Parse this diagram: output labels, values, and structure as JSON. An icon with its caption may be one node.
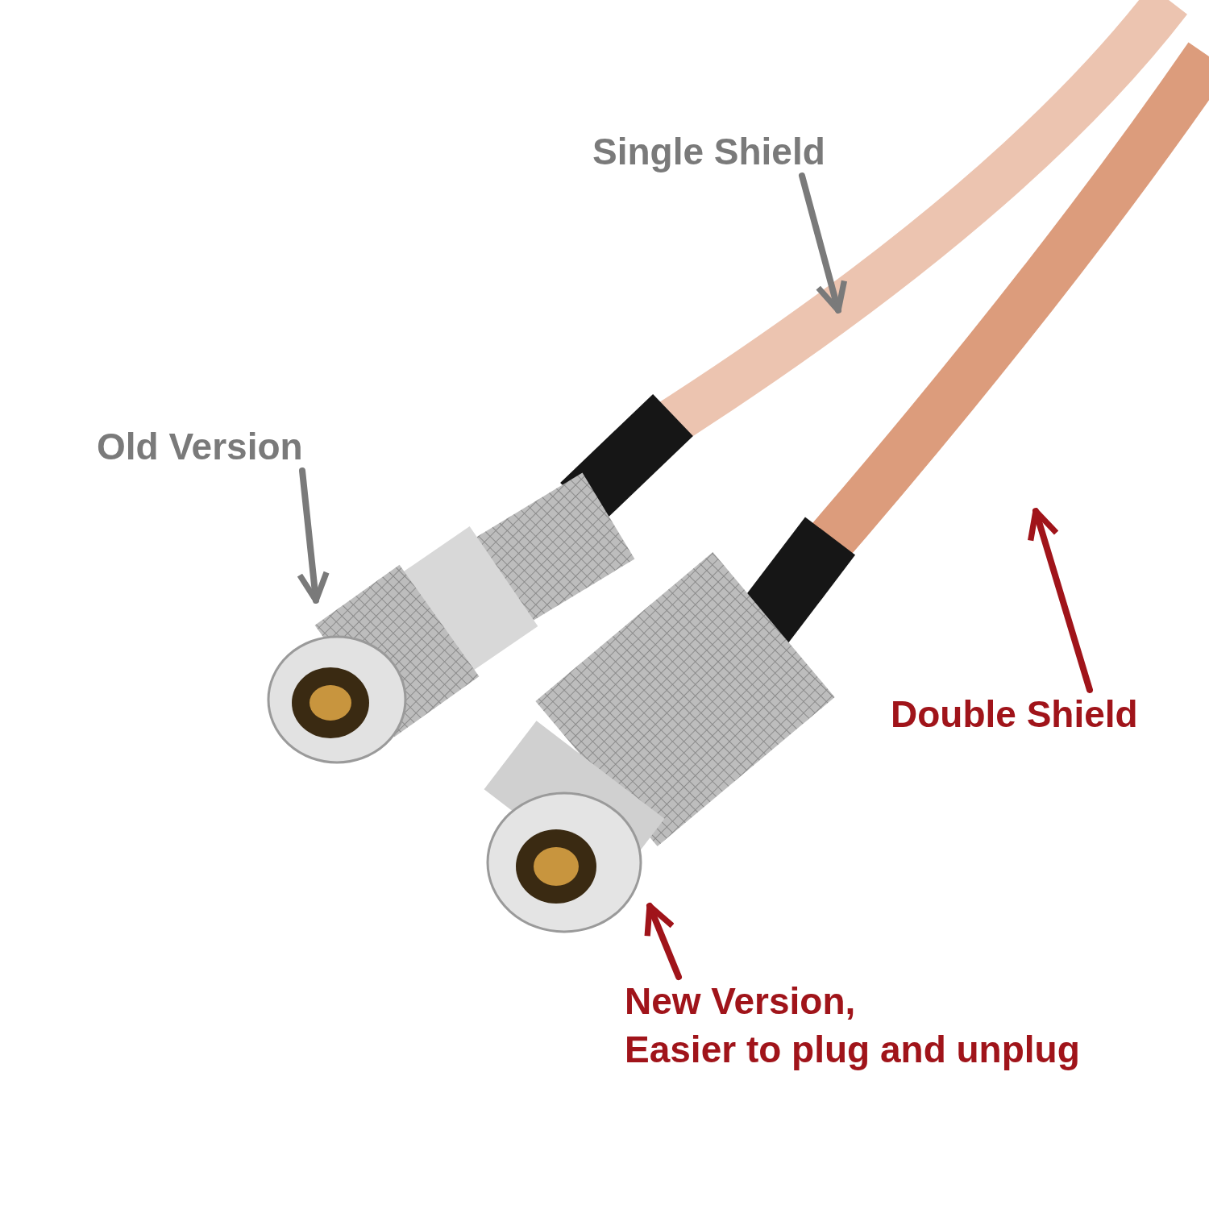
{
  "diagram": {
    "nodes": [
      {
        "text": [
          "Single Shield"
        ]
      },
      {
        "text": [
          "Old Version"
        ]
      },
      {
        "text": [
          "Double Shield"
        ]
      },
      {
        "text": [
          "New Version,",
          "Easier to plug and unplug"
        ]
      }
    ],
    "edges": [
      {
        "from": 0,
        "to": null,
        "arrow": "to",
        "color": "#7a7a7a"
      },
      {
        "from": 1,
        "to": null,
        "arrow": "to",
        "color": "#7a7a7a"
      },
      {
        "from": 2,
        "to": null,
        "arrow": "to",
        "color": "#a0141a"
      },
      {
        "from": 3,
        "to": null,
        "arrow": "to",
        "color": "#a0141a"
      }
    ]
  }
}
